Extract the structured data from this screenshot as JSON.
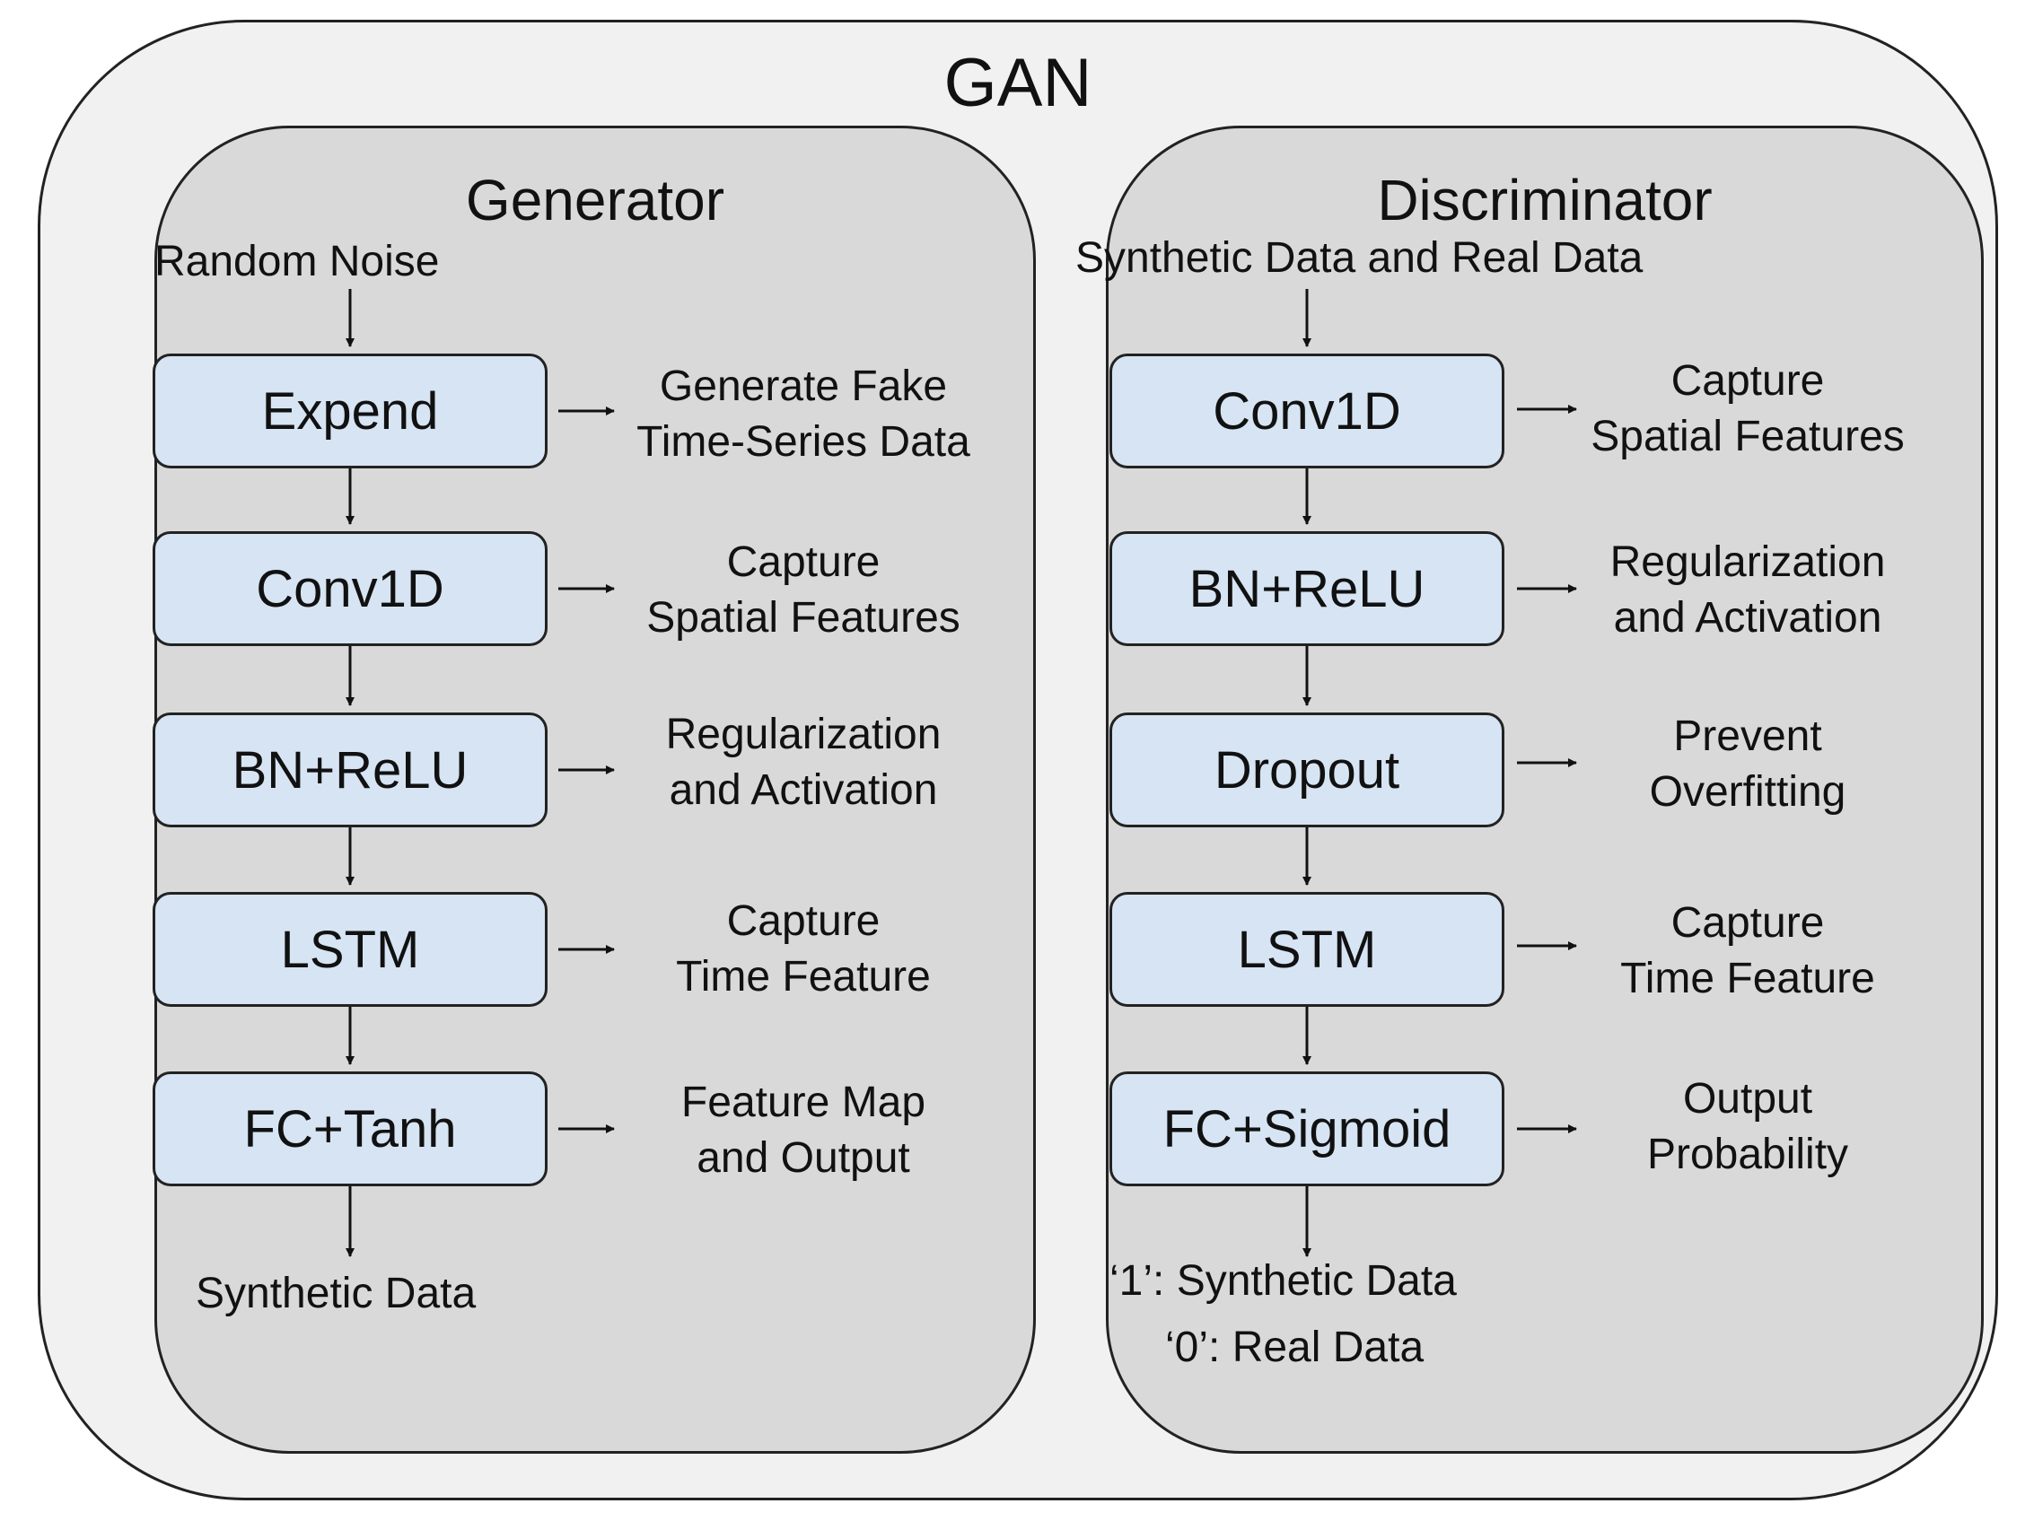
{
  "gan_title": "GAN",
  "generator": {
    "title": "Generator",
    "input": "Random Noise",
    "output": "Synthetic Data",
    "layers": [
      {
        "label": "Expend",
        "desc": [
          "Generate Fake",
          "Time-Series Data"
        ]
      },
      {
        "label": "Conv1D",
        "desc": [
          "Capture",
          "Spatial Features"
        ]
      },
      {
        "label": "BN+ReLU",
        "desc": [
          "Regularization",
          "and Activation"
        ]
      },
      {
        "label": "LSTM",
        "desc": [
          "Capture",
          "Time Feature"
        ]
      },
      {
        "label": "FC+Tanh",
        "desc": [
          "Feature Map",
          "and Output"
        ]
      }
    ]
  },
  "discriminator": {
    "title": "Discriminator",
    "input": "Synthetic Data and Real Data",
    "output": [
      "‘1’: Synthetic Data",
      "‘0’: Real Data"
    ],
    "layers": [
      {
        "label": "Conv1D",
        "desc": [
          "Capture",
          "Spatial Features"
        ]
      },
      {
        "label": "BN+ReLU",
        "desc": [
          "Regularization",
          "and Activation"
        ]
      },
      {
        "label": "Dropout",
        "desc": [
          "Prevent",
          "Overfitting"
        ]
      },
      {
        "label": "LSTM",
        "desc": [
          "Capture",
          "Time Feature"
        ]
      },
      {
        "label": "FC+Sigmoid",
        "desc": [
          "Output",
          "Probability"
        ]
      }
    ]
  },
  "colors": {
    "block_fill": "#d6e4f3",
    "panel_fill": "#d9d9d9",
    "outer_fill": "#f1f1f1",
    "stroke": "#222222"
  }
}
